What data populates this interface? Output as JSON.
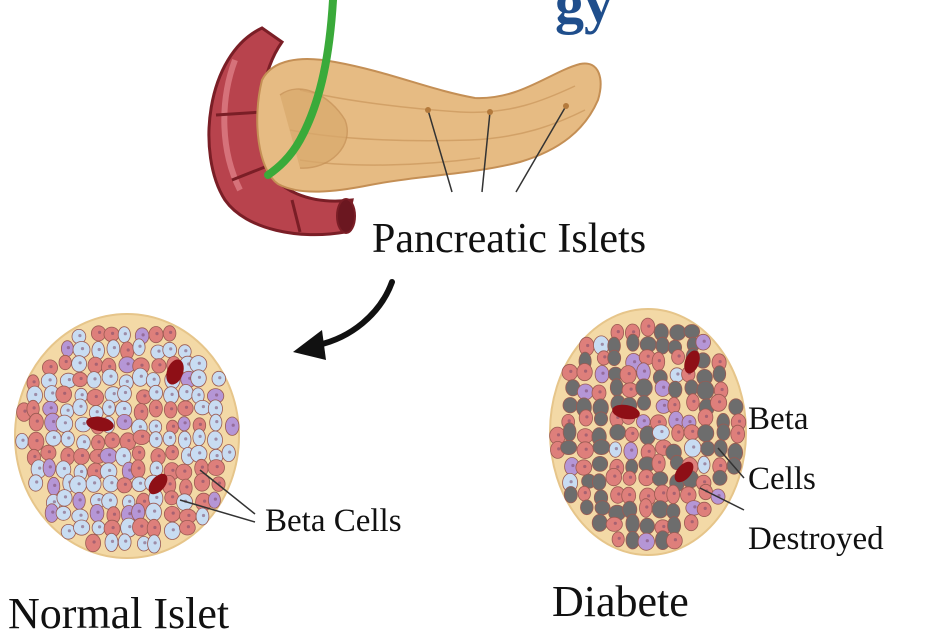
{
  "colors": {
    "duodenum": "#b8434d",
    "duodenum_dark": "#7a1e26",
    "pancreas": "#e6bb83",
    "pancreas_edge": "#c48f55",
    "duct": "#3aaa3a",
    "islet_bg": "#f3d9a6",
    "alpha_cell": "#de7f7b",
    "beta_cell": "#c8dcf2",
    "delta_cell": "#b596d6",
    "destroyed_cell": "#6d6d6d",
    "vessel": "#8e0f16",
    "title": "#1f4e8c"
  },
  "labels": {
    "title_fragment": "gy",
    "pancreatic_islets": "Pancreatic Islets",
    "beta_cells_normal": "Beta Cells",
    "beta_destroyed_line1": "Beta",
    "beta_destroyed_line2": "Cells",
    "beta_destroyed_line3": "Destroyed",
    "normal_islet": "Normal Islet",
    "diabete": "Diabete"
  }
}
